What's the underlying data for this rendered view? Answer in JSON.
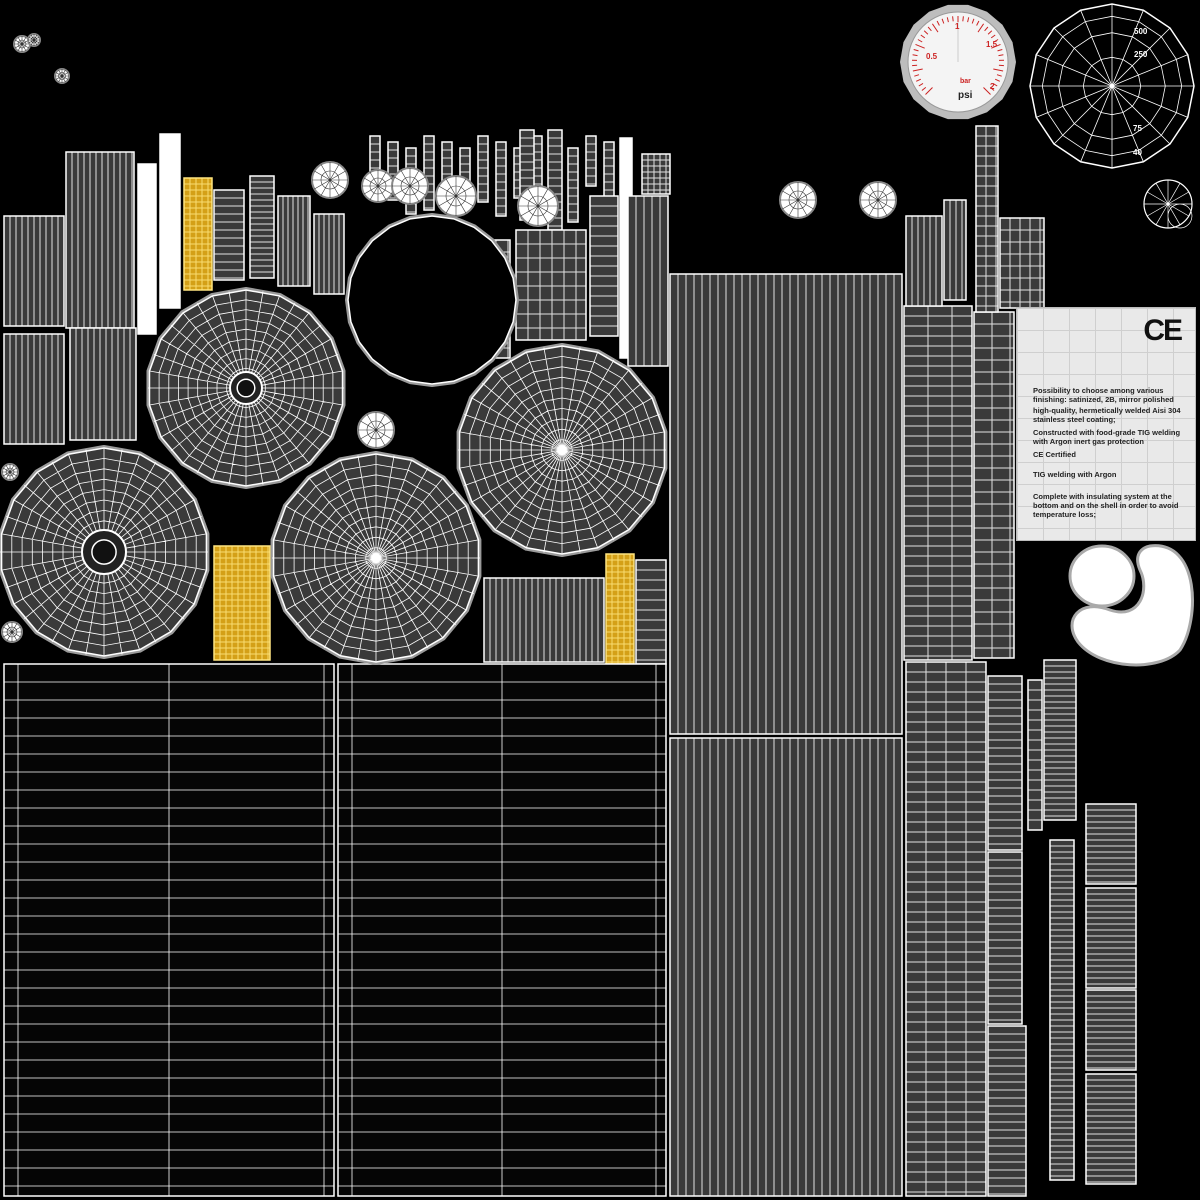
{
  "label_card": {
    "ce_mark": "CE",
    "lines": [
      "Possibility to choose among various finishing: satinized, 2B, mirror polished",
      "high-quality, hermetically welded Aisi 304 stainless steel coating;",
      "Constructed with food-grade TIG welding with Argon inert gas protection",
      "CE Certified",
      "TIG welding with Argon",
      "Complete with insulating system at the bottom and on the shell in order to avoid temperature loss;"
    ]
  },
  "pressure_gauge": {
    "unit_top": "bar",
    "unit": "psi",
    "ticks": [
      "0.5",
      "1",
      "1.5",
      "2"
    ],
    "accent": "#cc2222"
  },
  "radial_gauge": {
    "ticks": [
      "500",
      "250",
      "75",
      "40"
    ]
  },
  "colors": {
    "background": "#000000",
    "island_fill": "#3a3a3a",
    "wire": "#ffffff",
    "highlight": "#d4a017"
  }
}
